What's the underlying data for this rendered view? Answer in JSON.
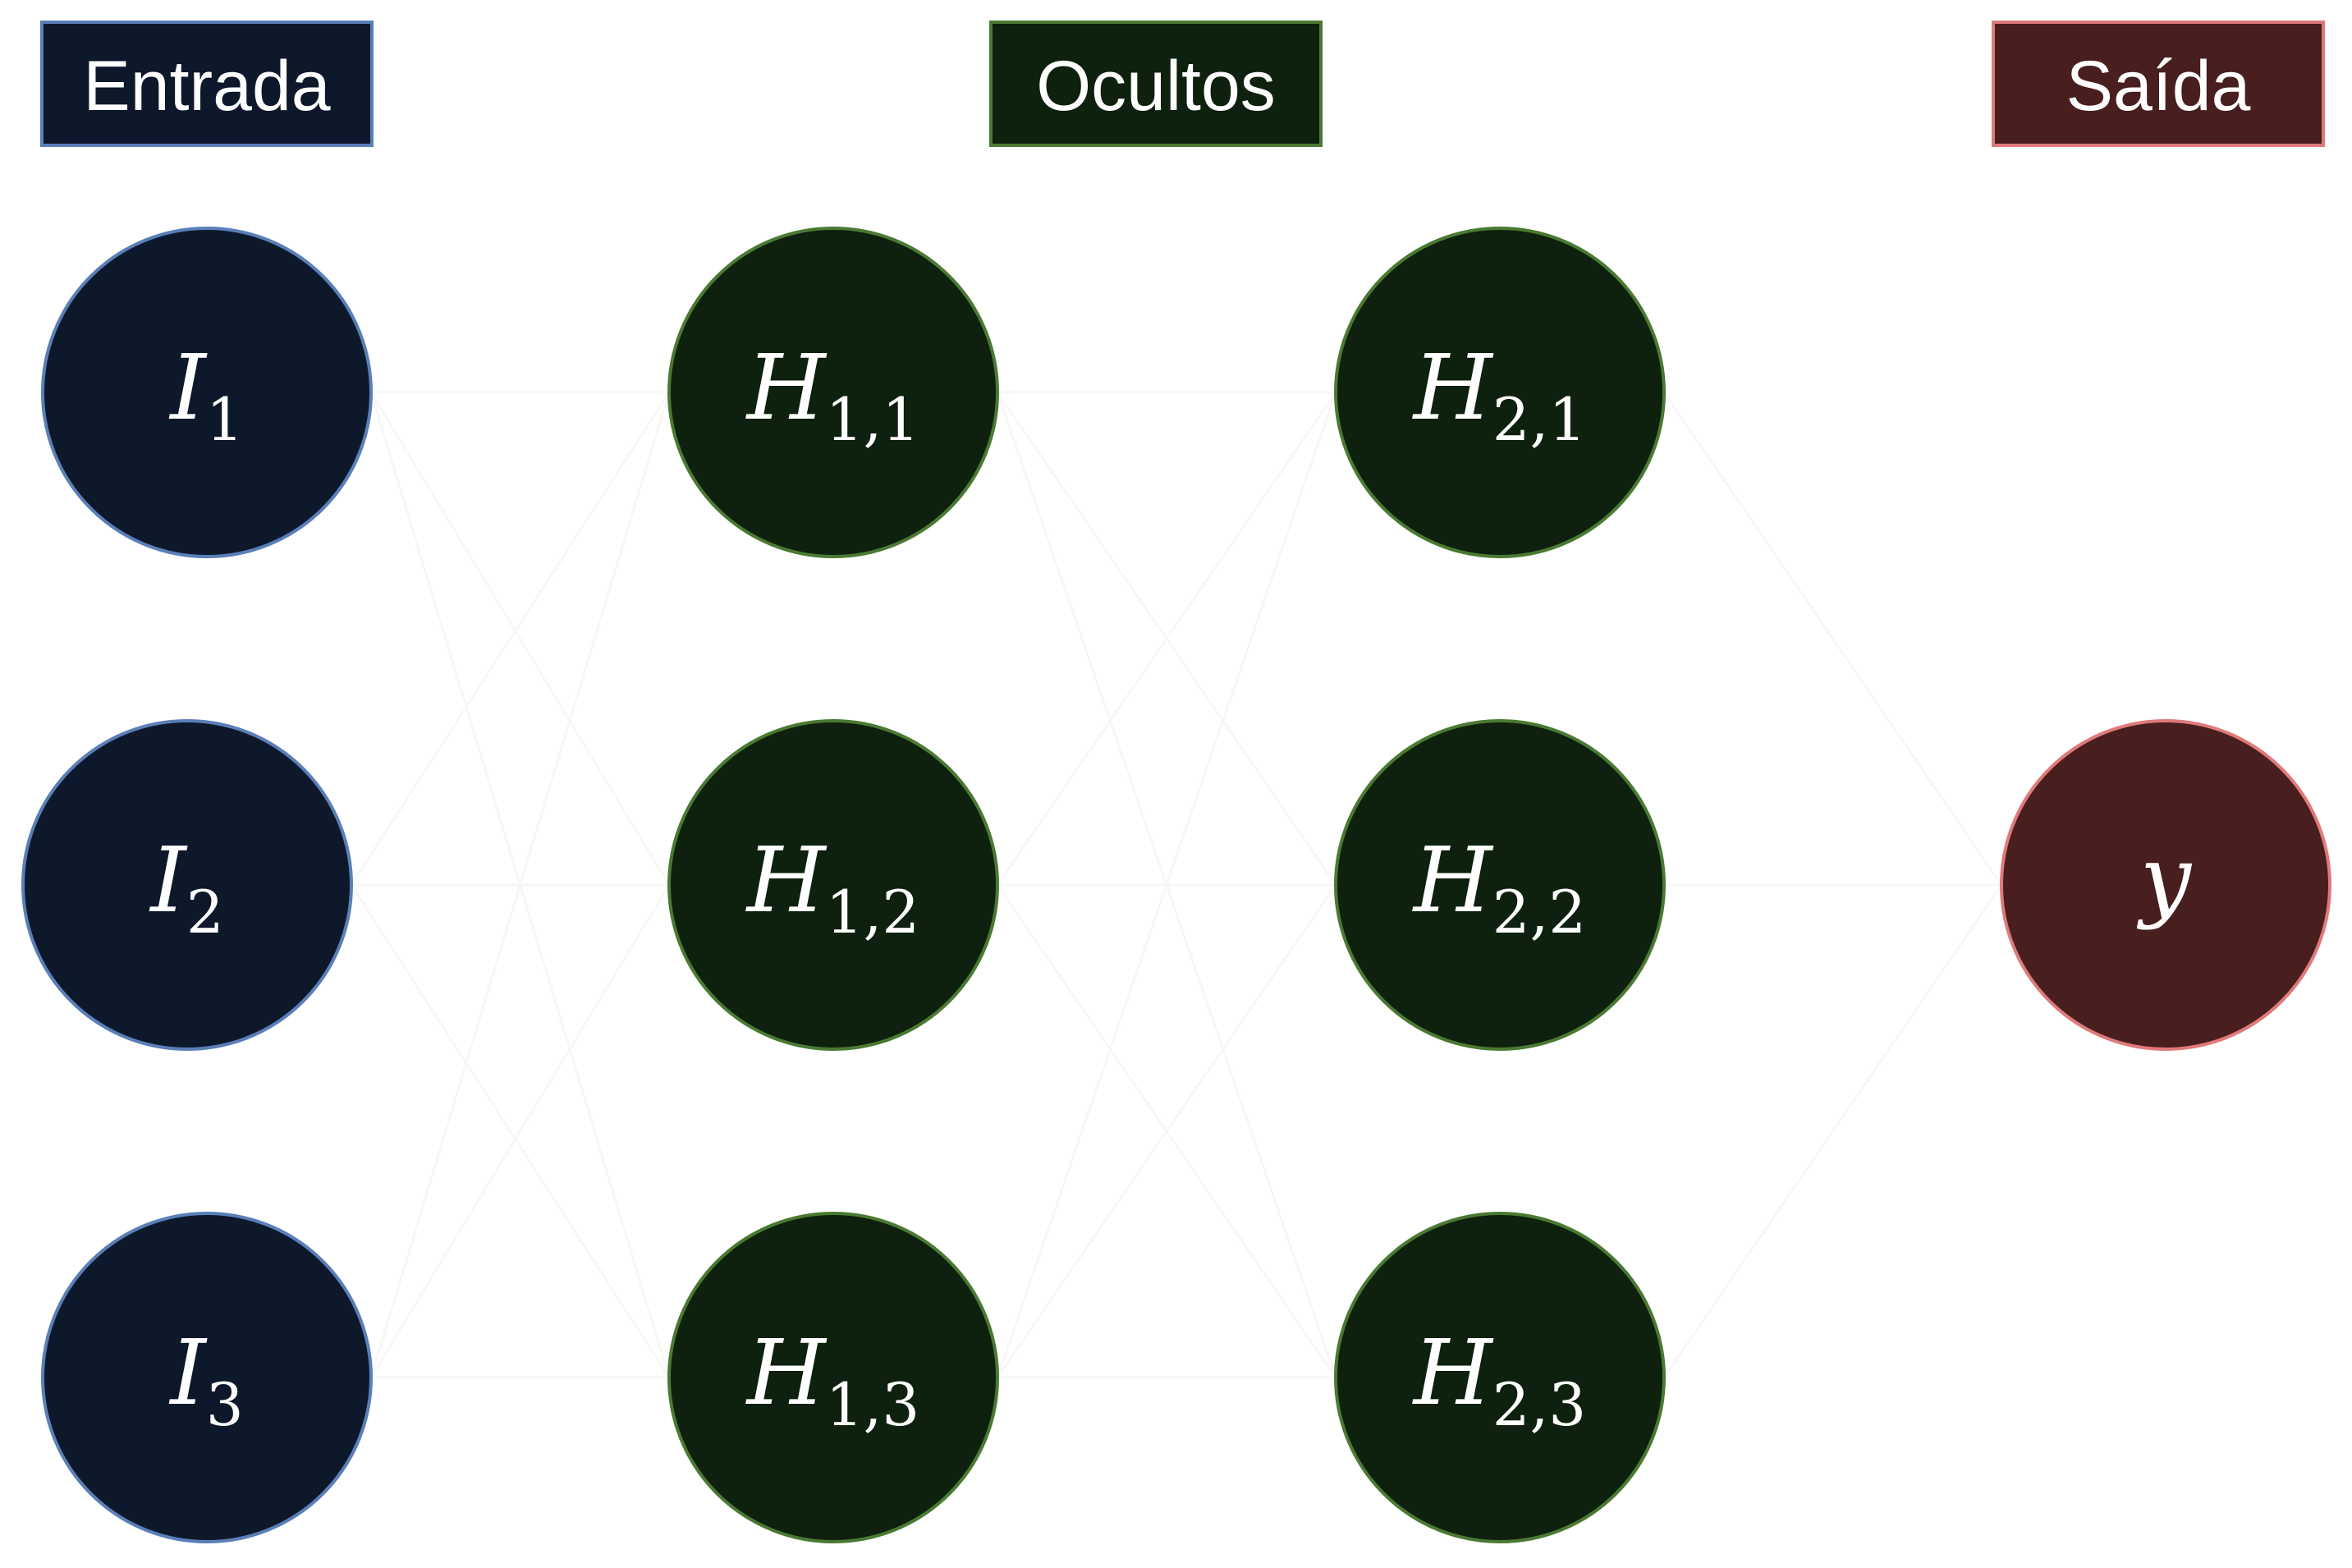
{
  "colors": {
    "input_fill": "#0e182b",
    "input_stroke": "#5a7fb8",
    "hidden_fill": "#0e200e",
    "hidden_stroke": "#4a7a32",
    "output_fill": "#481e1e",
    "output_stroke": "#e07a7a",
    "text": "#ffffff",
    "background": "#ffffff"
  },
  "headers": {
    "input": "Entrada",
    "hidden": "Ocultos",
    "output": "Saída"
  },
  "nodes": {
    "i1": {
      "main": "I",
      "sub": "1"
    },
    "i2": {
      "main": "I",
      "sub": "2"
    },
    "i3": {
      "main": "I",
      "sub": "3"
    },
    "h11": {
      "main": "H",
      "sub": "1,1"
    },
    "h12": {
      "main": "H",
      "sub": "1,2"
    },
    "h13": {
      "main": "H",
      "sub": "1,3"
    },
    "h21": {
      "main": "H",
      "sub": "2,1"
    },
    "h22": {
      "main": "H",
      "sub": "2,2"
    },
    "h23": {
      "main": "H",
      "sub": "2,3"
    },
    "y": {
      "main": "y",
      "sub": ""
    }
  }
}
